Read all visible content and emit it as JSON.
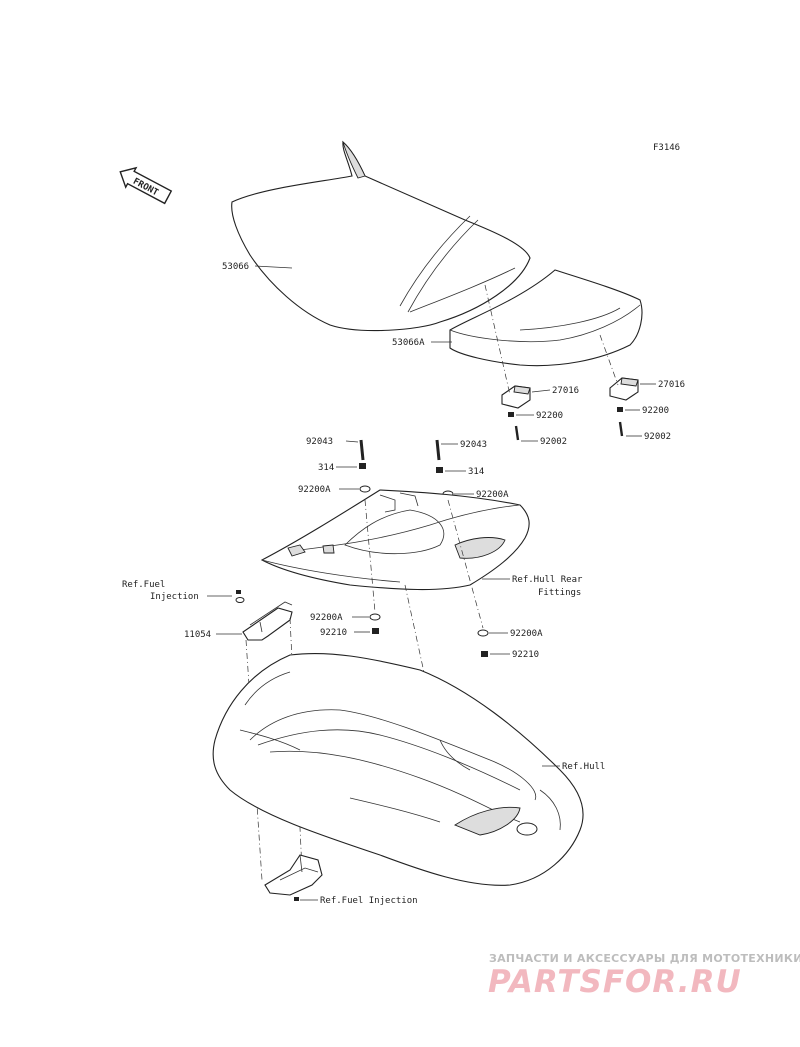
{
  "figure_code": "F3146",
  "front_label": "FRONT",
  "labels": {
    "seat": "53066",
    "rear_seat": "53066A",
    "seat_hook_right": "27016",
    "seat_hook_far": "27016",
    "nut_right": "92200",
    "nut_far": "92200",
    "bolt_right": "92002",
    "bolt_far": "92002",
    "bolt_left": "92043",
    "bolt_center": "92043",
    "cap_left": "314",
    "cap_center": "314",
    "washer_left_top": "92200A",
    "washer_center_top": "92200A",
    "rear_fittings": "Ref.Hull Rear\nFittings",
    "rear_fittings_l1": "Ref.Hull Rear",
    "rear_fittings_l2": "Fittings",
    "washer_left_bottom": "92200A",
    "nut_left_bottom": "92210",
    "washer_right_bottom": "92200A",
    "nut_right_bottom": "92210",
    "ref_fuel_top_l1": "Ref.Fuel",
    "ref_fuel_top_l2": "Injection",
    "bracket": "11054",
    "ref_hull": "Ref.Hull",
    "ref_fuel_bottom": "Ref.Fuel Injection"
  },
  "watermark": {
    "tagline": "ЗАПЧАСТИ И АКСЕССУАРЫ ДЛЯ МОТОТЕХНИКИ",
    "logo": "PARTSFOR.RU"
  }
}
